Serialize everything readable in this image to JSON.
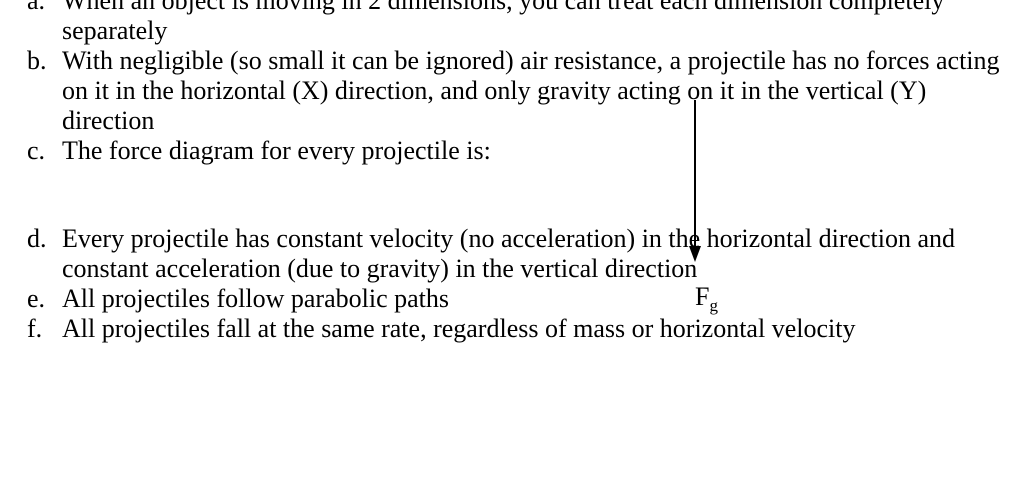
{
  "items": [
    {
      "marker": "a.",
      "text": "When an object is moving in 2 dimensions, you can treat each dimension completely separately"
    },
    {
      "marker": "b.",
      "text": "With negligible (so small it can be ignored) air resistance, a projectile has no forces acting on it in the horizontal (X) direction, and only gravity acting on it in the vertical (Y) direction"
    },
    {
      "marker": "c.",
      "text": "The force diagram for every projectile is:"
    },
    {
      "marker": "d.",
      "text": "Every projectile has constant velocity (no acceleration) in the horizontal direction and constant acceleration (due to gravity) in the vertical direction"
    },
    {
      "marker": "e.",
      "text": "All projectiles follow parabolic paths"
    },
    {
      "marker": "f.",
      "text": "All projectiles fall at the same rate, regardless of mass or horizontal velocity"
    }
  ],
  "force_diagram": {
    "label_main": "F",
    "label_sub": "g",
    "arrow_direction": "down"
  }
}
